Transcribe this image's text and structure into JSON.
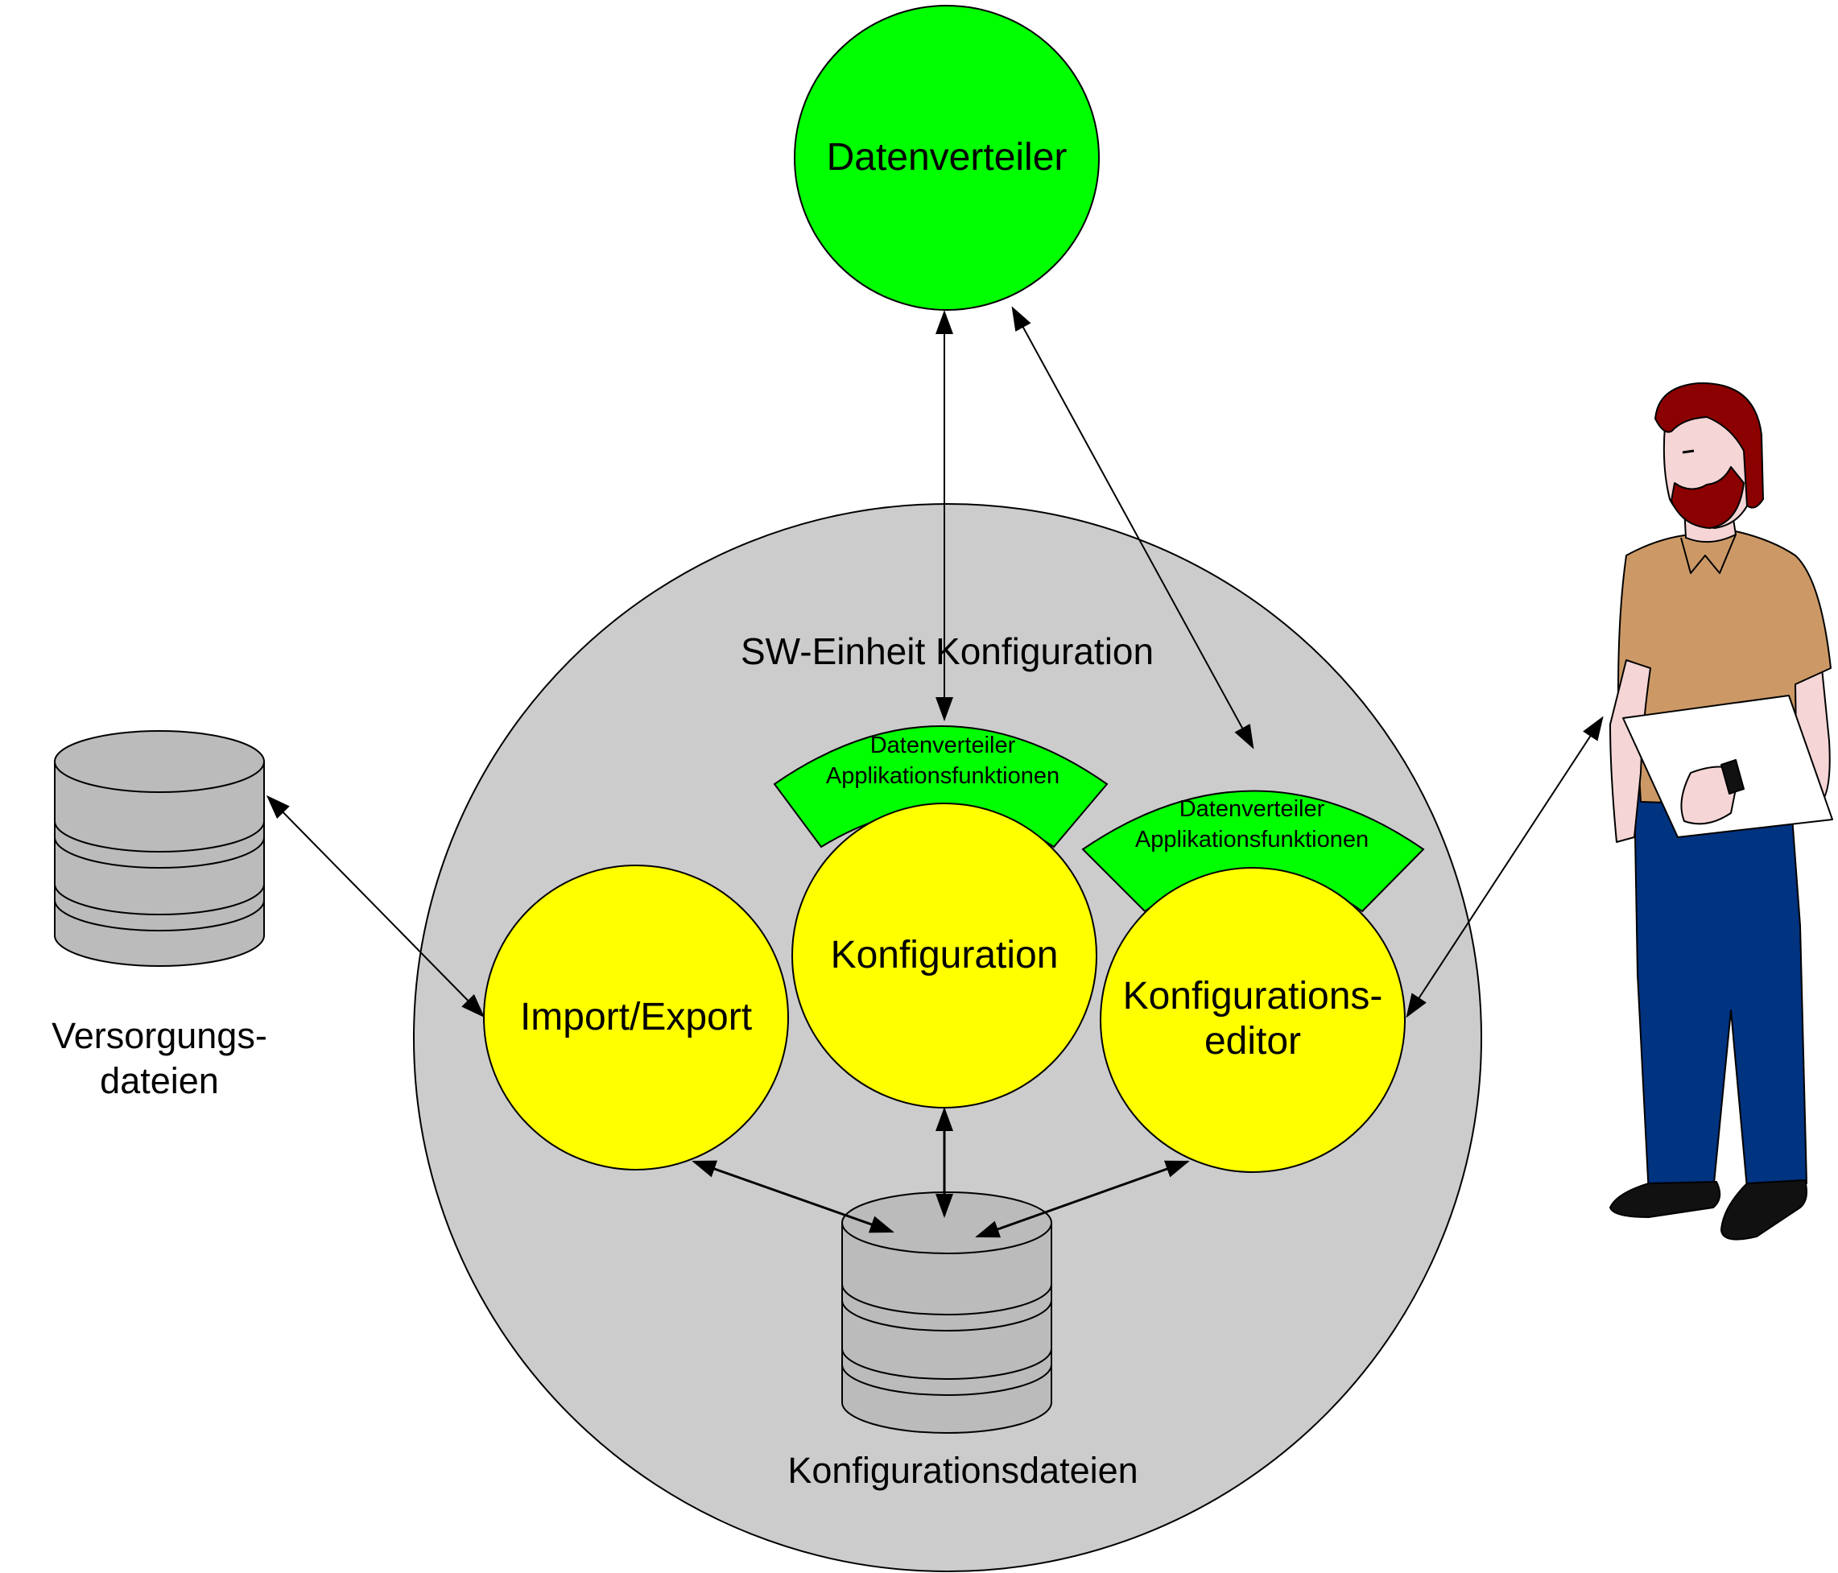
{
  "nodes": {
    "datenverteiler": "Datenverteiler",
    "konfiguration": "Konfiguration",
    "import_export": "Import/Export",
    "editor_line1": "Konfigurations-",
    "editor_line2": "editor"
  },
  "labels": {
    "sw_einheit": "SW-Einheit  Konfiguration",
    "dav_functions_line1": "Datenverteiler",
    "dav_functions_line2": "Applikationsfunktionen",
    "versorgung_line1": "Versorgungs-",
    "versorgung_line2": "dateien",
    "konfigurationsdateien": "Konfigurationsdateien"
  },
  "colors": {
    "green": "#00ff00",
    "yellow": "#ffff00",
    "gray_area": "#cccccc",
    "database": "#bbbbbb",
    "hair": "#8b0000",
    "shirt": "#cc9966",
    "trousers": "#003380",
    "skin": "#f5d5d5"
  }
}
